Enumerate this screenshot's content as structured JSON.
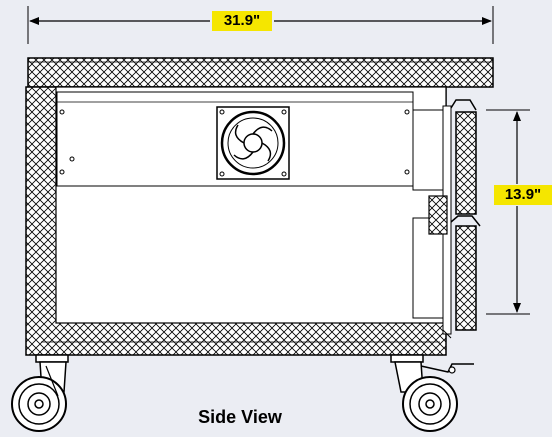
{
  "diagram": {
    "width_dimension": "31.9\"",
    "height_dimension": "13.9\"",
    "caption": "Side View"
  },
  "colors": {
    "background": "#ebedf3",
    "label_fill": "#f5e600",
    "line": "#000000"
  }
}
